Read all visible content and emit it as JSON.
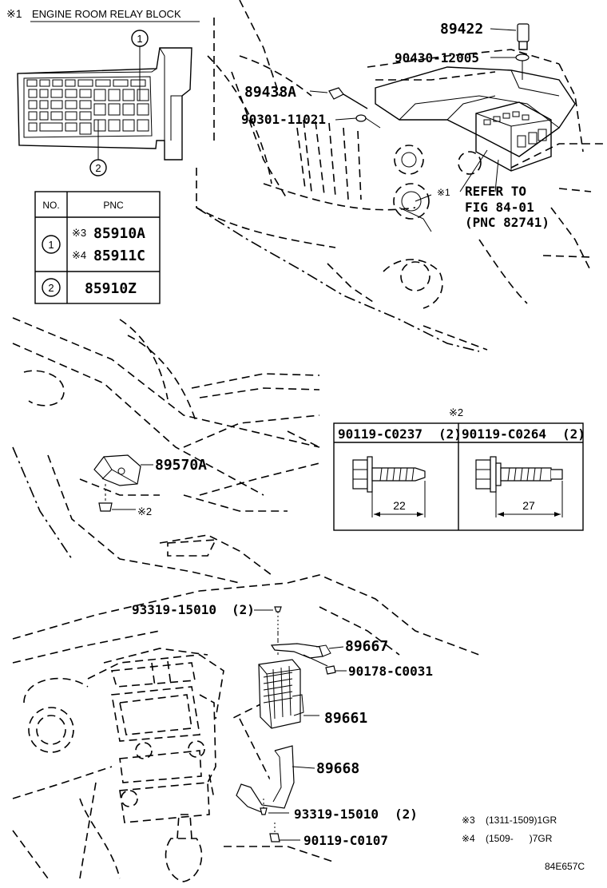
{
  "relay_block": {
    "marker": "※1",
    "title": "ENGINE ROOM RELAY BLOCK",
    "callouts": [
      "1",
      "2"
    ]
  },
  "pnc_table": {
    "headers": [
      "NO.",
      "PNC"
    ],
    "rows": [
      {
        "no": "1",
        "entries": [
          {
            "note": "※3",
            "pnc": "85910A"
          },
          {
            "note": "※4",
            "pnc": "85911C"
          }
        ]
      },
      {
        "no": "2",
        "entries": [
          {
            "note": "",
            "pnc": "85910Z"
          }
        ]
      }
    ]
  },
  "top_parts": {
    "p89422": "89422",
    "p90430": "90430-12005",
    "p89438A": "89438A",
    "p90301": "90301-11021",
    "refer_marker": "※1",
    "refer_line1": "REFER TO",
    "refer_line2": "FIG 84-01",
    "refer_line3": "(PNC 82741)"
  },
  "middle_parts": {
    "p89570A": "89570A",
    "bolt_marker": "※2"
  },
  "bolt_table": {
    "marker": "※2",
    "columns": [
      {
        "part": "90119-C0237",
        "qty": "(2)",
        "length": "22"
      },
      {
        "part": "90119-C0264",
        "qty": "(2)",
        "length": "27"
      }
    ]
  },
  "bottom_parts": {
    "p93319_top": "93319-15010",
    "p93319_top_qty": "(2)",
    "p89667": "89667",
    "p90178": "90178-C0031",
    "p89661": "89661",
    "p89668": "89668",
    "p93319_bot": "93319-15010",
    "p93319_bot_qty": "(2)",
    "p90119": "90119-C0107"
  },
  "notes": [
    {
      "marker": "※3",
      "text": "(1311-1509)1GR"
    },
    {
      "marker": "※4",
      "text": "(1509-      )7GR"
    }
  ],
  "figure_code": "84E657C"
}
